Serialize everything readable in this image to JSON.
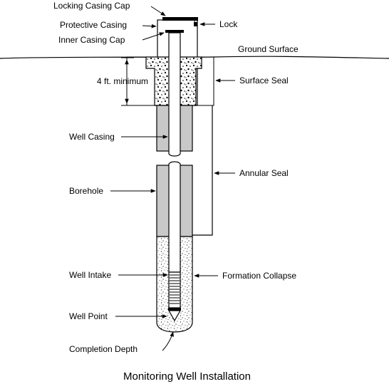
{
  "title": "Monitoring Well Installation",
  "labels": {
    "locking_casing_cap": "Locking Casing Cap",
    "protective_casing": "Protective Casing",
    "lock": "Lock",
    "inner_casing_cap": "Inner Casing Cap",
    "ground_surface": "Ground Surface",
    "four_ft_minimum": "4 ft. minimum",
    "surface_seal": "Surface Seal",
    "well_casing": "Well Casing",
    "annular_seal": "Annular Seal",
    "borehole": "Borehole",
    "well_intake": "Well Intake",
    "formation_collapse": "Formation Collapse",
    "well_point": "Well Point",
    "completion_depth": "Completion Depth"
  }
}
